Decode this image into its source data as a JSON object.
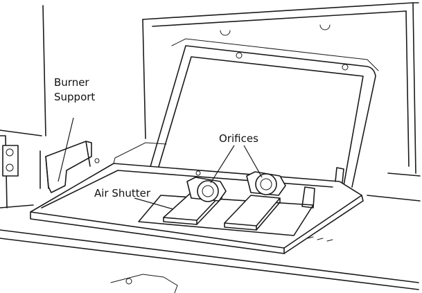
{
  "labels": {
    "burner_support_line1": "Burner",
    "burner_support_line2": "Support",
    "orifices": "Orifices",
    "air_shutter": "Air Shutter"
  },
  "colors": {
    "ink": "#1a1a1a",
    "background": "#ffffff"
  }
}
